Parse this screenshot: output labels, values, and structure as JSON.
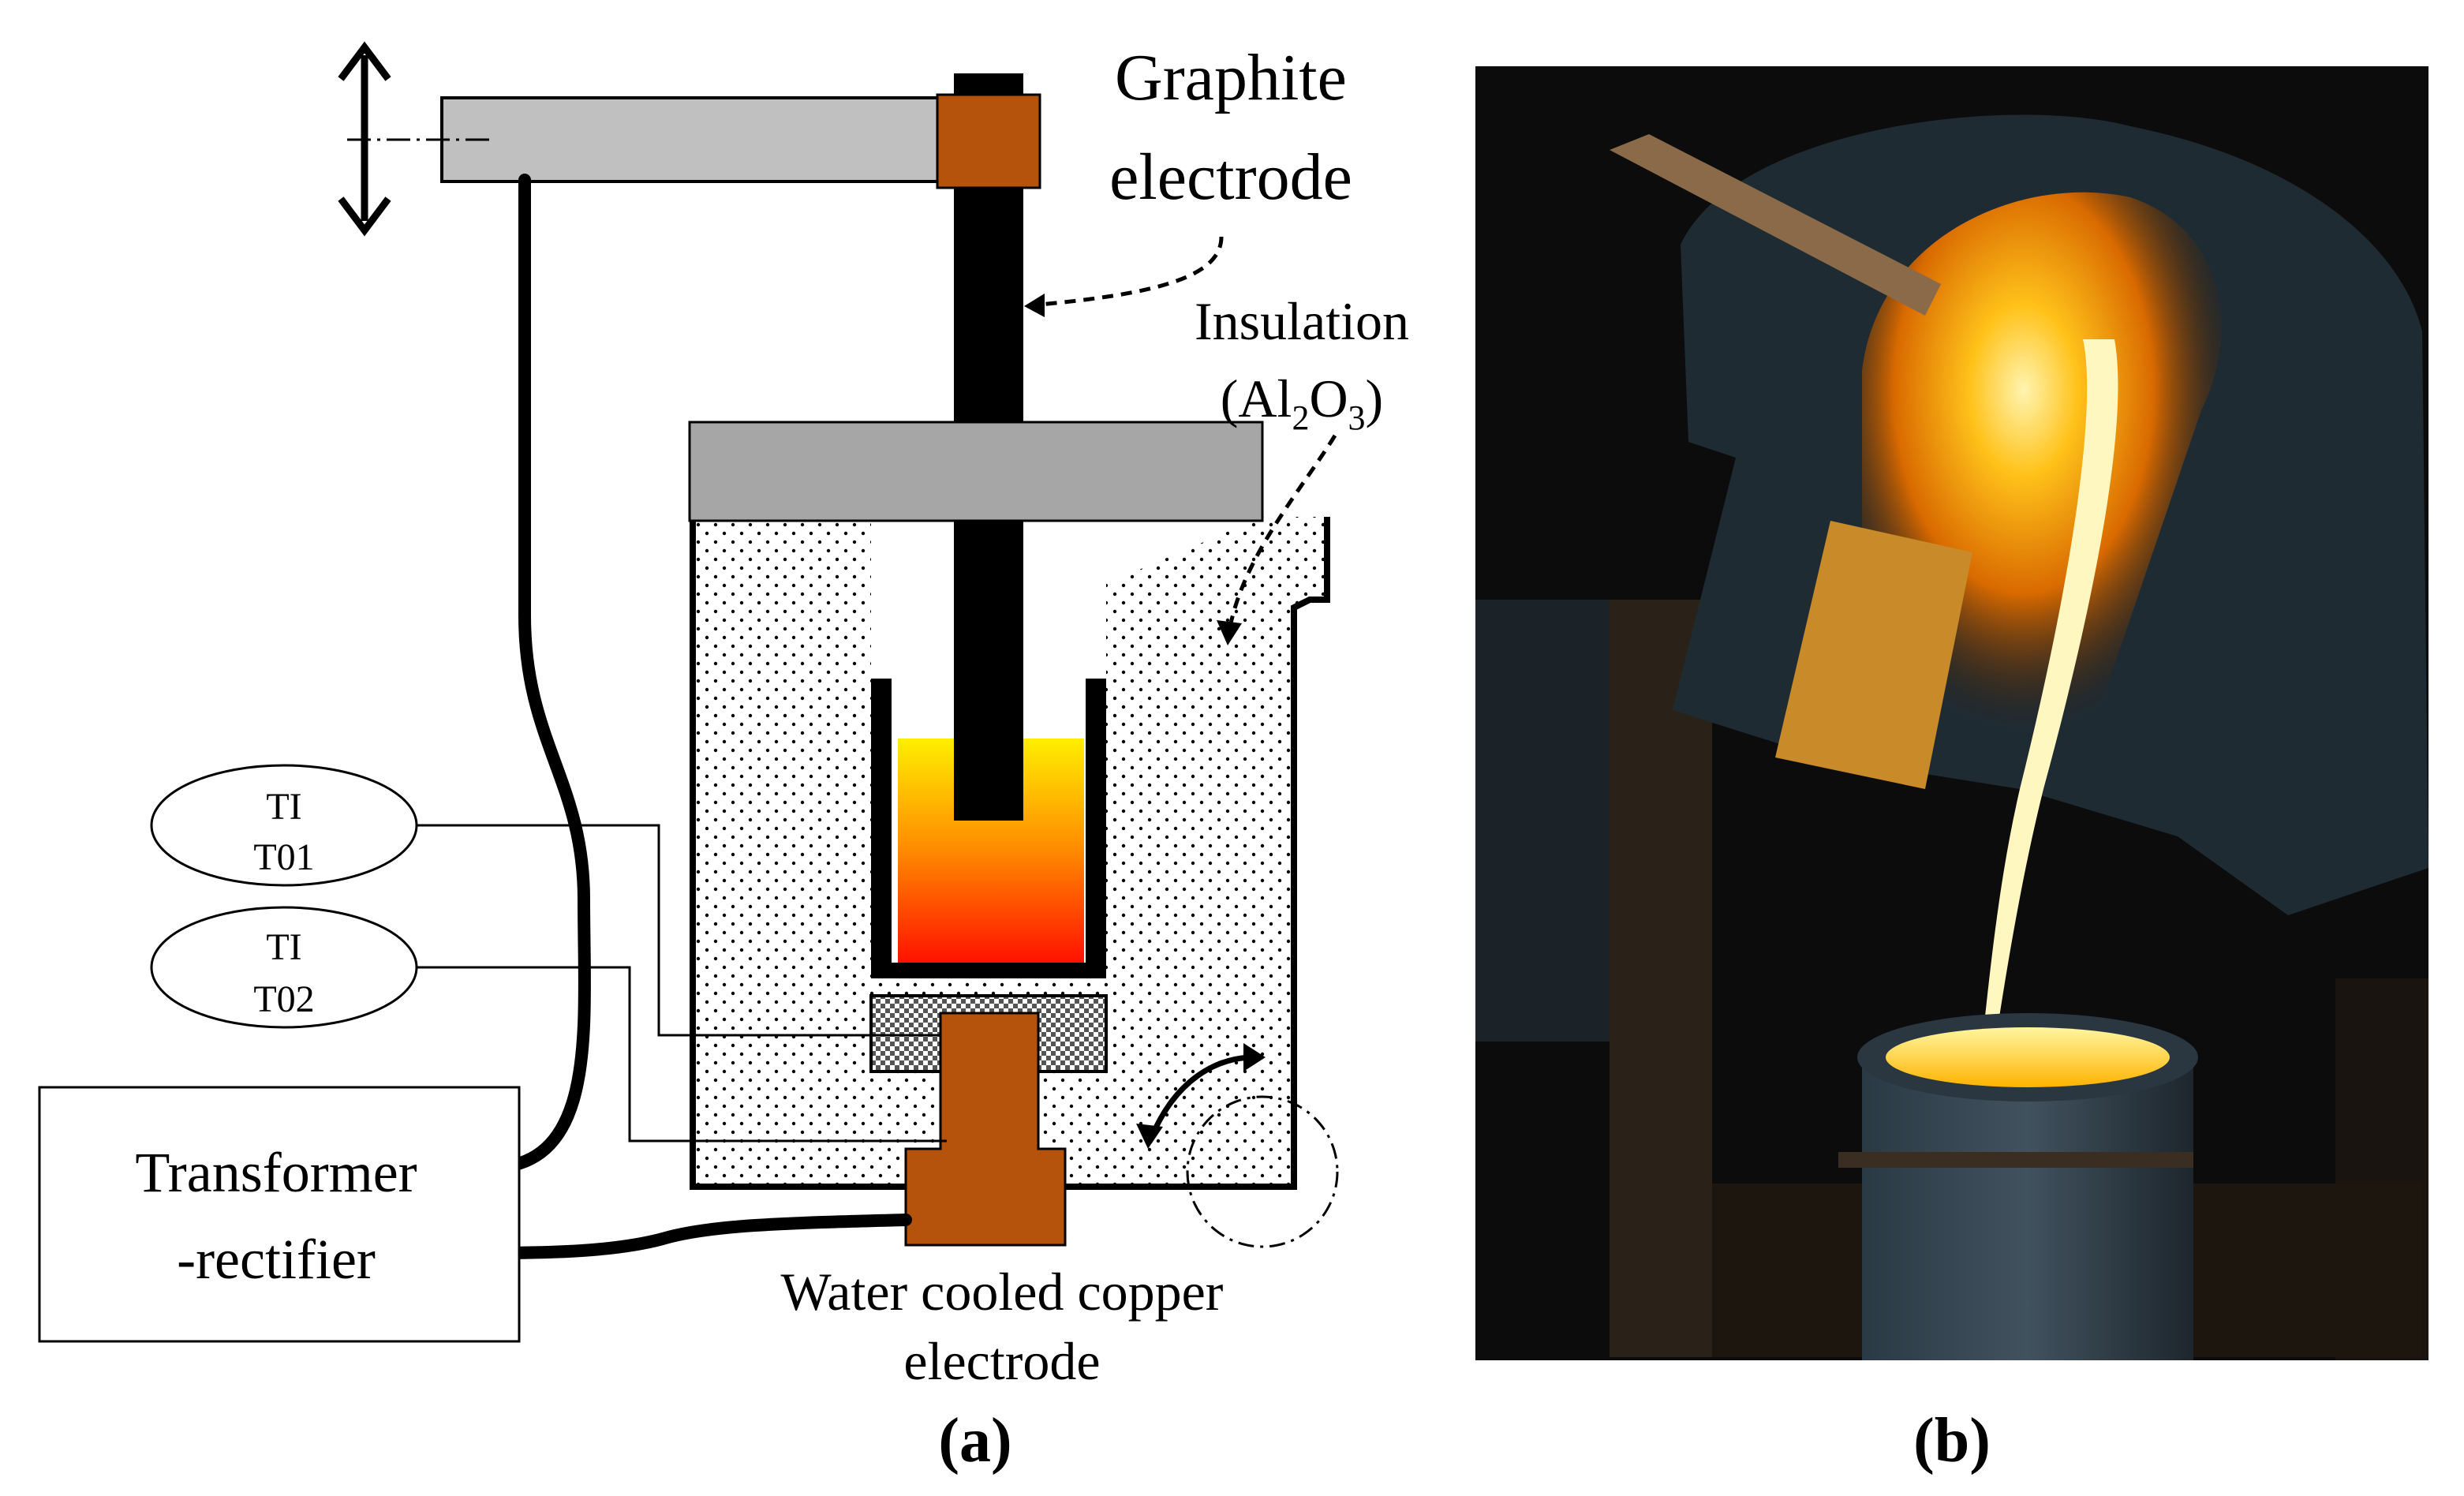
{
  "panel_a": {
    "graphite_line1": "Graphite",
    "graphite_line2": "electrode",
    "insulation_line1": "Insulation",
    "insulation_line2_prefix": "(Al",
    "insulation_sub1": "2",
    "insulation_mid": "O",
    "insulation_sub2": "3",
    "insulation_suffix": ")",
    "ti1_top": "TI",
    "ti1_bottom": "T01",
    "ti2_top": "TI",
    "ti2_bottom": "T02",
    "transformer_line1": "Transformer",
    "transformer_line2": "-rectifier",
    "copper_line1": "Water cooled copper",
    "copper_line2": "electrode",
    "label": "(a)"
  },
  "panel_b": {
    "label": "(b)"
  },
  "colors": {
    "graphite": "#000000",
    "copper": "#b5520b",
    "arm": "#c0c0c0",
    "lid": "#a6a6a6",
    "melt_top": "#ffee00",
    "melt_bottom": "#ff0000"
  }
}
